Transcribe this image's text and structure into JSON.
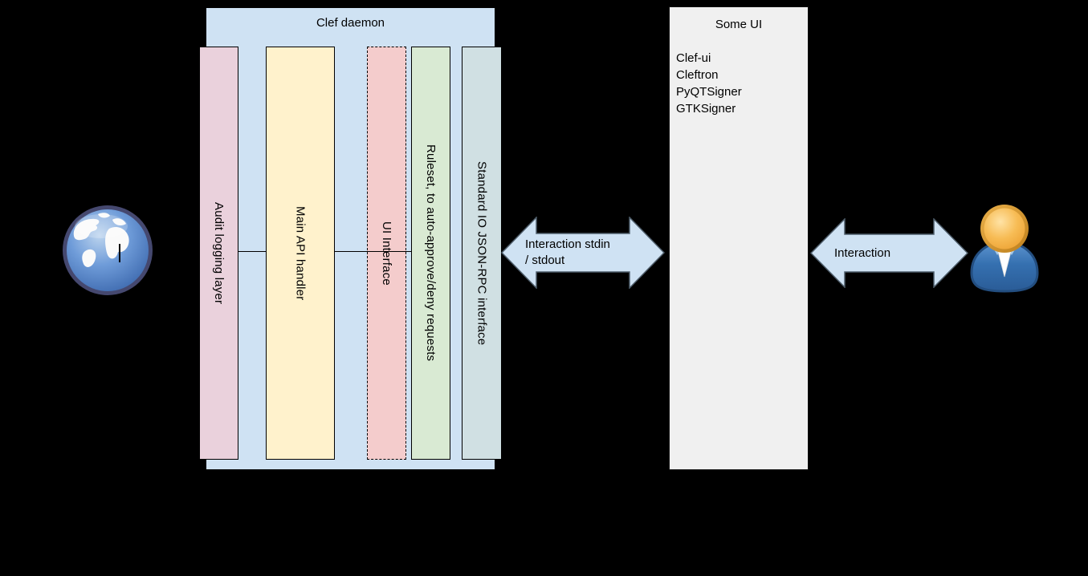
{
  "clef_daemon": {
    "title": "Clef daemon",
    "components": [
      {
        "id": "audit-logging-layer",
        "label": "Audit logging layer",
        "color": "#ead1dc",
        "border": "solid"
      },
      {
        "id": "main-api-handler",
        "label": "Main API handler",
        "color": "#fff2cc",
        "border": "solid"
      },
      {
        "id": "ui-interface",
        "label": "UI Interface",
        "color": "#f4cccc",
        "border": "dashed"
      },
      {
        "id": "ruleset",
        "label": "Ruleset, to auto-approve/deny requests",
        "color": "#d9ead3",
        "border": "solid"
      },
      {
        "id": "stdio-json-rpc",
        "label": "Standard IO JSON-RPC interface",
        "color": "#d0e0e3",
        "border": "solid"
      }
    ]
  },
  "some_ui": {
    "title": "Some UI",
    "items": [
      "Clef-ui",
      "Cleftron",
      "PyQTSigner",
      "GTKSigner"
    ],
    "color": "#f0f0f0"
  },
  "arrows": {
    "stdin_stdout": {
      "lines": [
        "Interaction stdin",
        "/ stdout"
      ],
      "color": "#cfe2f3"
    },
    "user": {
      "label": "Interaction",
      "color": "#cfe2f3"
    }
  },
  "icons": {
    "left": "globe-icon",
    "right": "user-icon"
  },
  "colors": {
    "background": "#000000",
    "container_blue": "#cfe2f3",
    "text": "#000000"
  }
}
